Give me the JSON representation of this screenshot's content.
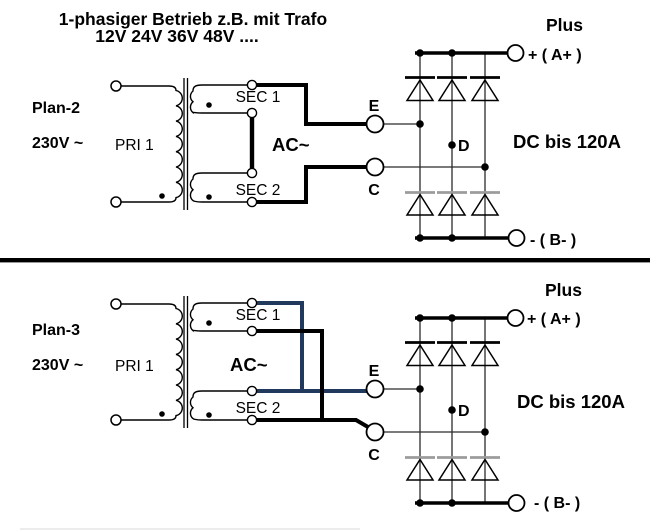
{
  "title": {
    "line1": "1-phasiger Betrieb z.B. mit Trafo",
    "line2": "12V 24V 36V 48V ...."
  },
  "plans": [
    {
      "name": "Plan-2",
      "voltage": "230V ~",
      "primary": "PRI 1",
      "secondary1": "SEC 1",
      "secondary2": "SEC 2",
      "ac": "AC~",
      "terminal_e": "E",
      "terminal_c": "C",
      "terminal_d": "D",
      "plus": "Plus",
      "plus_terminal": "+ ( A+ )",
      "minus_terminal": "- ( B- )",
      "dc_rating": "DC bis 120A"
    },
    {
      "name": "Plan-3",
      "voltage": "230V ~",
      "primary": "PRI 1",
      "secondary1": "SEC 1",
      "secondary2": "SEC 2",
      "ac": "AC~",
      "terminal_e": "E",
      "terminal_c": "C",
      "terminal_d": "D",
      "plus": "Plus",
      "plus_terminal": "+ ( A+ )",
      "minus_terminal": "- ( B- )",
      "dc_rating": "DC bis 120A"
    }
  ],
  "colors": {
    "wire_black": "#000000",
    "wire_blue": "#21395c",
    "diode_bar_gray": "#9c9c9c",
    "separator": "#000000"
  }
}
